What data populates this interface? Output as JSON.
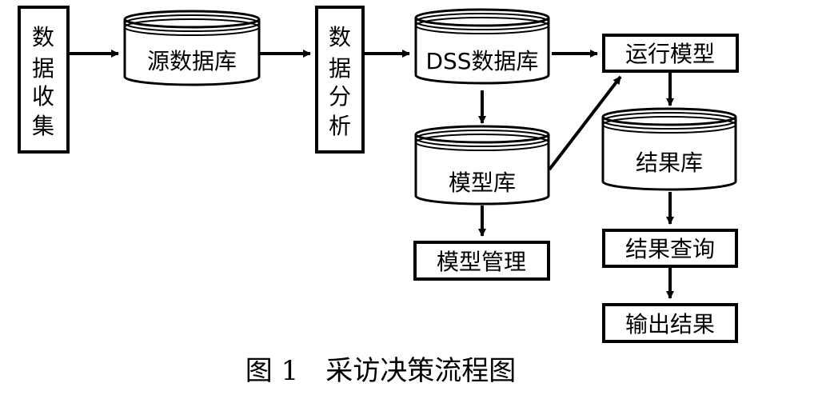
{
  "diagram": {
    "nodes": {
      "data_collect": {
        "chars": [
          "数",
          "据",
          "收",
          "集"
        ]
      },
      "source_db": {
        "label": "源数据库"
      },
      "data_analysis": {
        "chars": [
          "数",
          "据",
          "分",
          "析"
        ]
      },
      "dss_db": {
        "label": "DSS数据库"
      },
      "run_model": {
        "label": "运行模型"
      },
      "model_db": {
        "label": "模型库"
      },
      "model_manage": {
        "label": "模型管理"
      },
      "result_db": {
        "label": "结果库"
      },
      "result_query": {
        "label": "结果查询"
      },
      "output_result": {
        "label": "输出结果"
      }
    },
    "caption": "图 1　采访决策流程图"
  }
}
